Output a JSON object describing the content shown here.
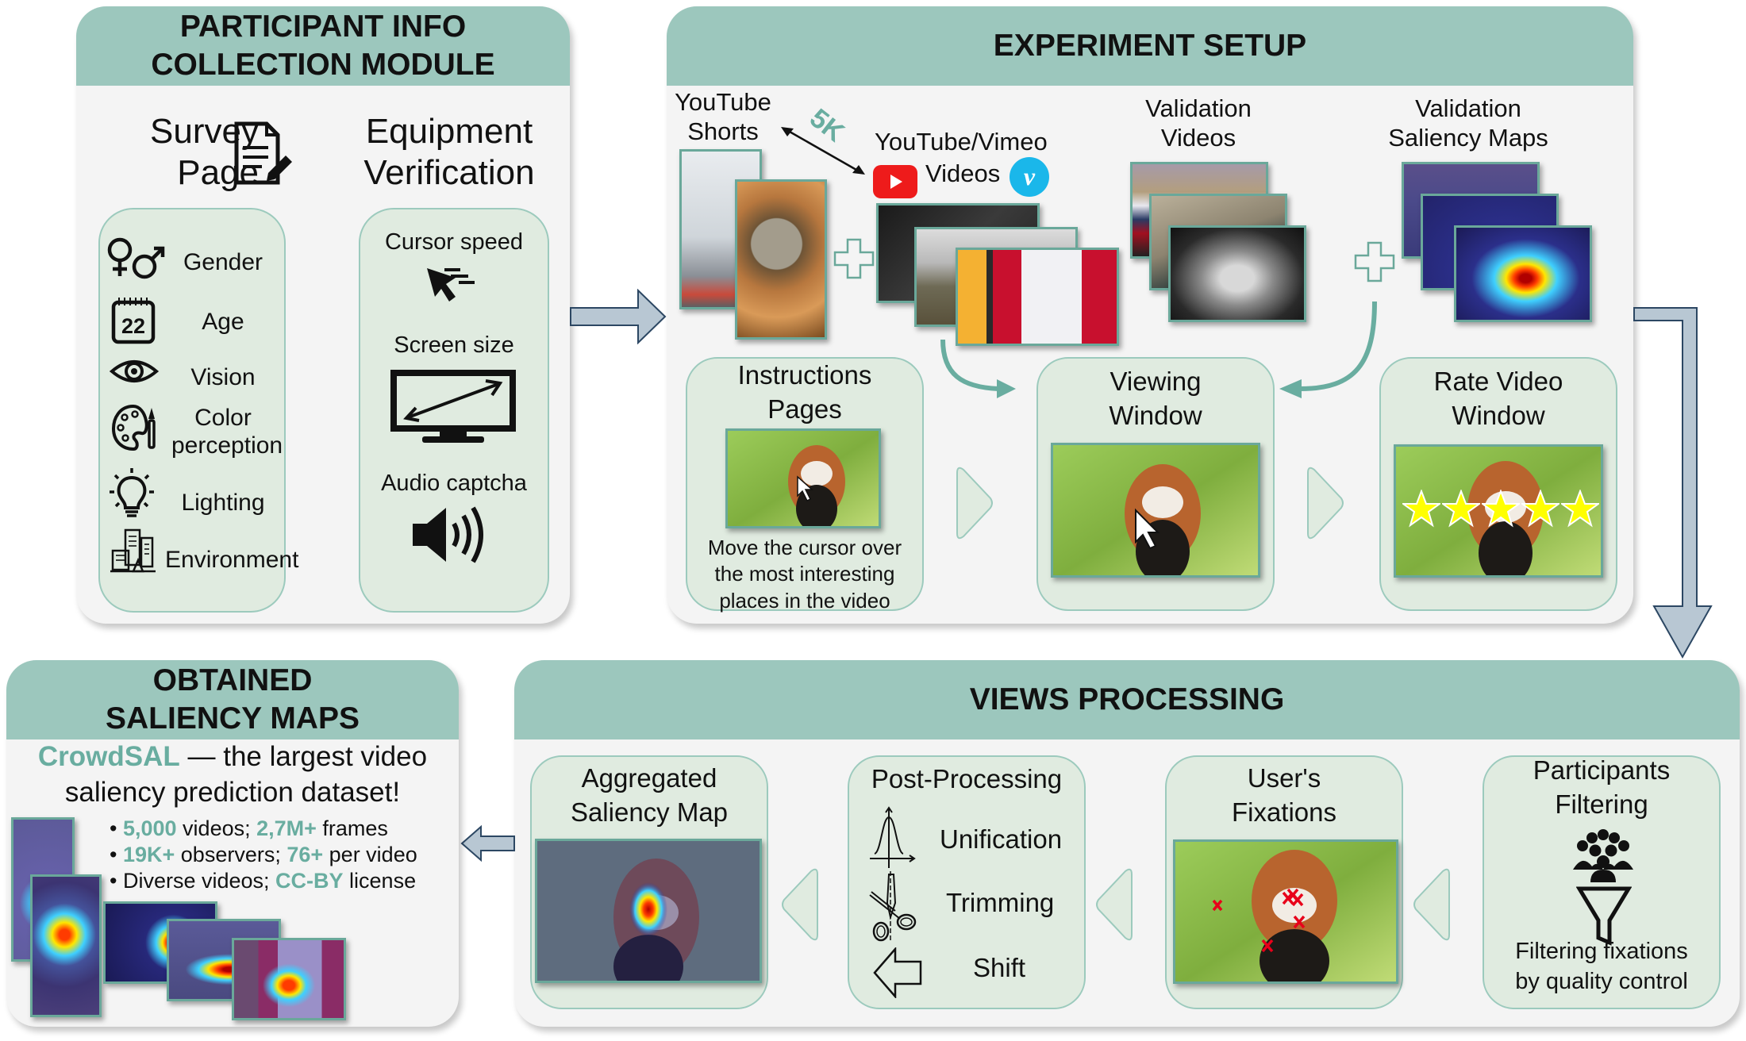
{
  "colors": {
    "header": "#9cc7bd",
    "panel_bg": "#f4f4f4",
    "card_bg": "#e0ebe0",
    "card_border": "#9ccabd",
    "accent": "#69ada0",
    "flow_arrow_fill": "#b8c7d3",
    "flow_arrow_stroke": "#2c4763",
    "star": "#ffff00",
    "fixation_mark": "#e8001a"
  },
  "participant_info": {
    "title_line1": "PARTICIPANT INFO",
    "title_line2": "COLLECTION MODULE",
    "survey": {
      "title_line1": "Survey",
      "title_line2": "Page",
      "icon": "survey-document-icon",
      "items": [
        {
          "label": "Gender",
          "icon": "gender-icon"
        },
        {
          "label": "Age",
          "icon": "calendar-icon",
          "icon_text": "22"
        },
        {
          "label": "Vision",
          "icon": "eye-icon"
        },
        {
          "label_line1": "Color",
          "label_line2": "perception",
          "icon": "palette-icon"
        },
        {
          "label": "Lighting",
          "icon": "lightbulb-icon"
        },
        {
          "label": "Environment",
          "icon": "city-icon"
        }
      ]
    },
    "equipment": {
      "title_line1": "Equipment",
      "title_line2": "Verification",
      "items": [
        {
          "label": "Cursor speed",
          "icon": "fast-cursor-icon"
        },
        {
          "label": "Screen size",
          "icon": "monitor-icon"
        },
        {
          "label": "Audio captcha",
          "icon": "speaker-icon"
        }
      ]
    }
  },
  "experiment_setup": {
    "title": "EXPERIMENT SETUP",
    "sources": {
      "shorts_line1": "YouTube",
      "shorts_line2": "Shorts",
      "count_label": "5K",
      "videos_line1": "YouTube/Vimeo",
      "videos_line2": "Videos",
      "youtube_icon": "youtube-icon",
      "vimeo_icon": "vimeo-icon",
      "vimeo_glyph": "v"
    },
    "validation_videos_line1": "Validation",
    "validation_videos_line2": "Videos",
    "validation_maps_line1": "Validation",
    "validation_maps_line2": "Saliency Maps",
    "steps": [
      {
        "title_line1": "Instructions",
        "title_line2": "Pages",
        "caption_line1": "Move the cursor over",
        "caption_line2": "the most interesting",
        "caption_line3": "places in the video"
      },
      {
        "title_line1": "Viewing",
        "title_line2": "Window"
      },
      {
        "title_line1": "Rate Video",
        "title_line2": "Window",
        "rating": 5,
        "rating_max": 5
      }
    ]
  },
  "views_processing": {
    "title": "VIEWS PROCESSING",
    "steps": [
      {
        "title_line1": "Participants",
        "title_line2": "Filtering",
        "caption_line1": "Filtering fixations",
        "caption_line2": "by quality control",
        "icons": [
          "crowd-icon",
          "funnel-icon"
        ]
      },
      {
        "title_line1": "User's",
        "title_line2": "Fixations"
      },
      {
        "title": "Post-Processing",
        "items": [
          {
            "label": "Unification",
            "icon": "gaussian-curve-icon"
          },
          {
            "label": "Trimming",
            "icon": "scissors-icon"
          },
          {
            "label": "Shift",
            "icon": "left-arrow-outline-icon"
          }
        ]
      },
      {
        "title_line1": "Aggregated",
        "title_line2": "Saliency Map"
      }
    ]
  },
  "obtained_maps": {
    "title_line1": "OBTAINED",
    "title_line2": "SALIENCY MAPS",
    "brand": "CrowdSAL",
    "tagline_part1": " — the largest video",
    "tagline_line2": "saliency prediction dataset!",
    "bullets": [
      {
        "hl1": "5,000",
        "t1": " videos; ",
        "hl2": "2,7M+",
        "t2": " frames"
      },
      {
        "hl1": "19K+",
        "t1": " observers; ",
        "hl2": "76+",
        "t2": " per video"
      },
      {
        "hl1": "",
        "t1": "Diverse videos; ",
        "hl2": "CC-BY",
        "t2": " license"
      }
    ]
  }
}
